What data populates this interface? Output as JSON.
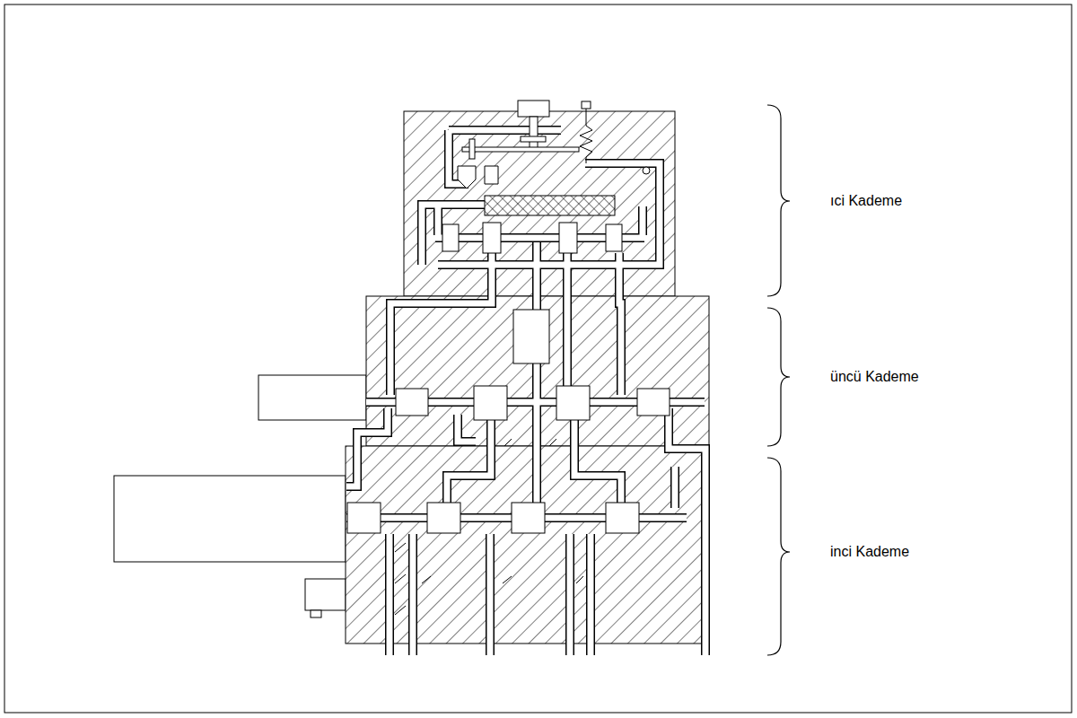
{
  "diagram": {
    "labels": [
      "ıci Kademe",
      "üncü Kademe",
      "inci Kademe"
    ]
  }
}
